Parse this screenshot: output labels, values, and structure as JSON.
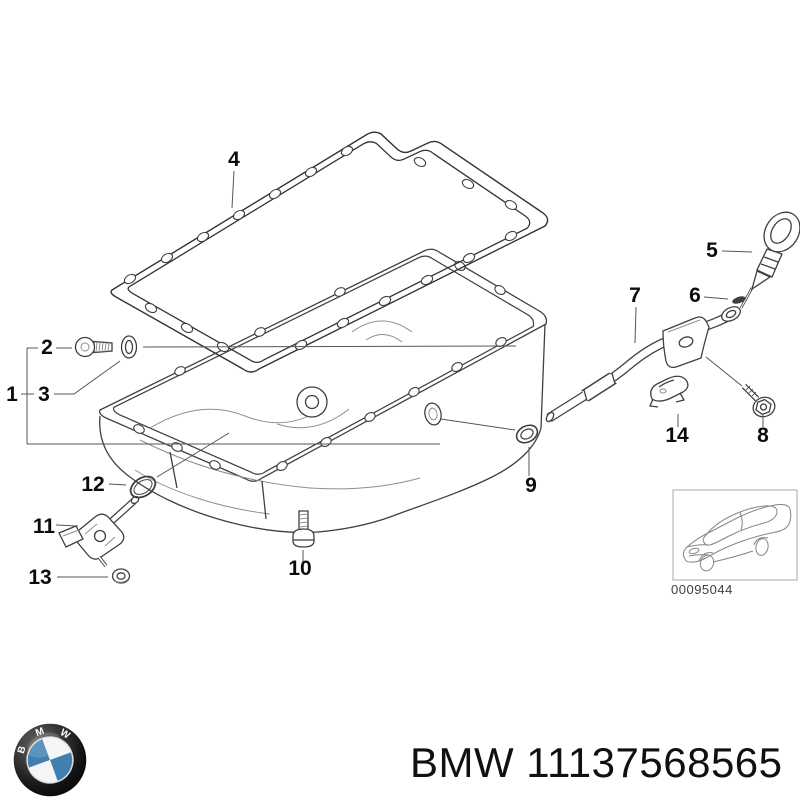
{
  "diagram": {
    "callouts": [
      {
        "num": "1"
      },
      {
        "num": "2"
      },
      {
        "num": "3"
      },
      {
        "num": "4"
      },
      {
        "num": "5"
      },
      {
        "num": "6"
      },
      {
        "num": "7"
      },
      {
        "num": "8"
      },
      {
        "num": "9"
      },
      {
        "num": "10"
      },
      {
        "num": "11"
      },
      {
        "num": "12"
      },
      {
        "num": "13"
      },
      {
        "num": "14"
      }
    ],
    "thumbnail": {
      "code": "00095044"
    }
  },
  "footer": {
    "label": "BMW 11137568565",
    "logo_letters": [
      "B",
      "M",
      "W"
    ],
    "logo_blue": "#3f80b0"
  }
}
